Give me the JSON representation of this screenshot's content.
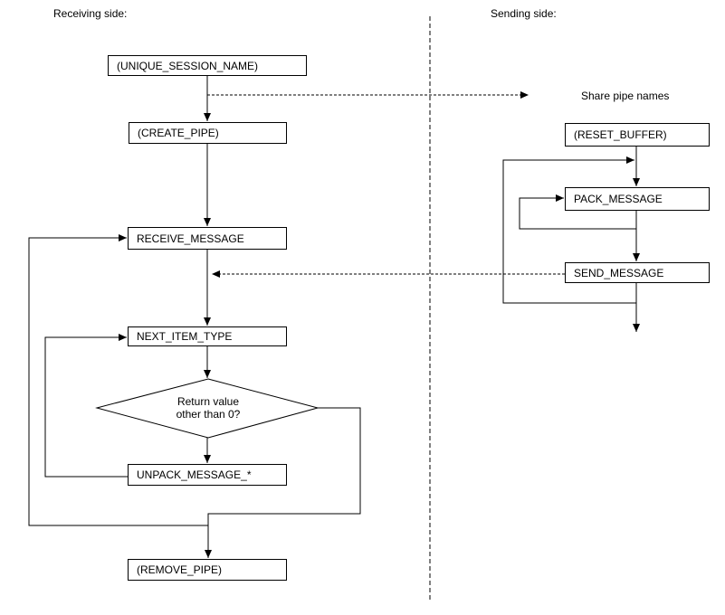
{
  "headers": {
    "receiving": "Receiving side:",
    "sending": "Sending side:"
  },
  "annotations": {
    "share_pipes": "Share pipe names"
  },
  "nodes": {
    "unique_session_name": "(UNIQUE_SESSION_NAME)",
    "create_pipe": "(CREATE_PIPE)",
    "receive_message": "RECEIVE_MESSAGE",
    "next_item_type": "NEXT_ITEM_TYPE",
    "decision_line1": "Return value",
    "decision_line2": "other than 0?",
    "unpack_message": "UNPACK_MESSAGE_*",
    "remove_pipe": "(REMOVE_PIPE)",
    "reset_buffer": "(RESET_BUFFER)",
    "pack_message": "PACK_MESSAGE",
    "send_message": "SEND_MESSAGE"
  },
  "colors": {
    "line": "#000000",
    "background": "#ffffff"
  }
}
